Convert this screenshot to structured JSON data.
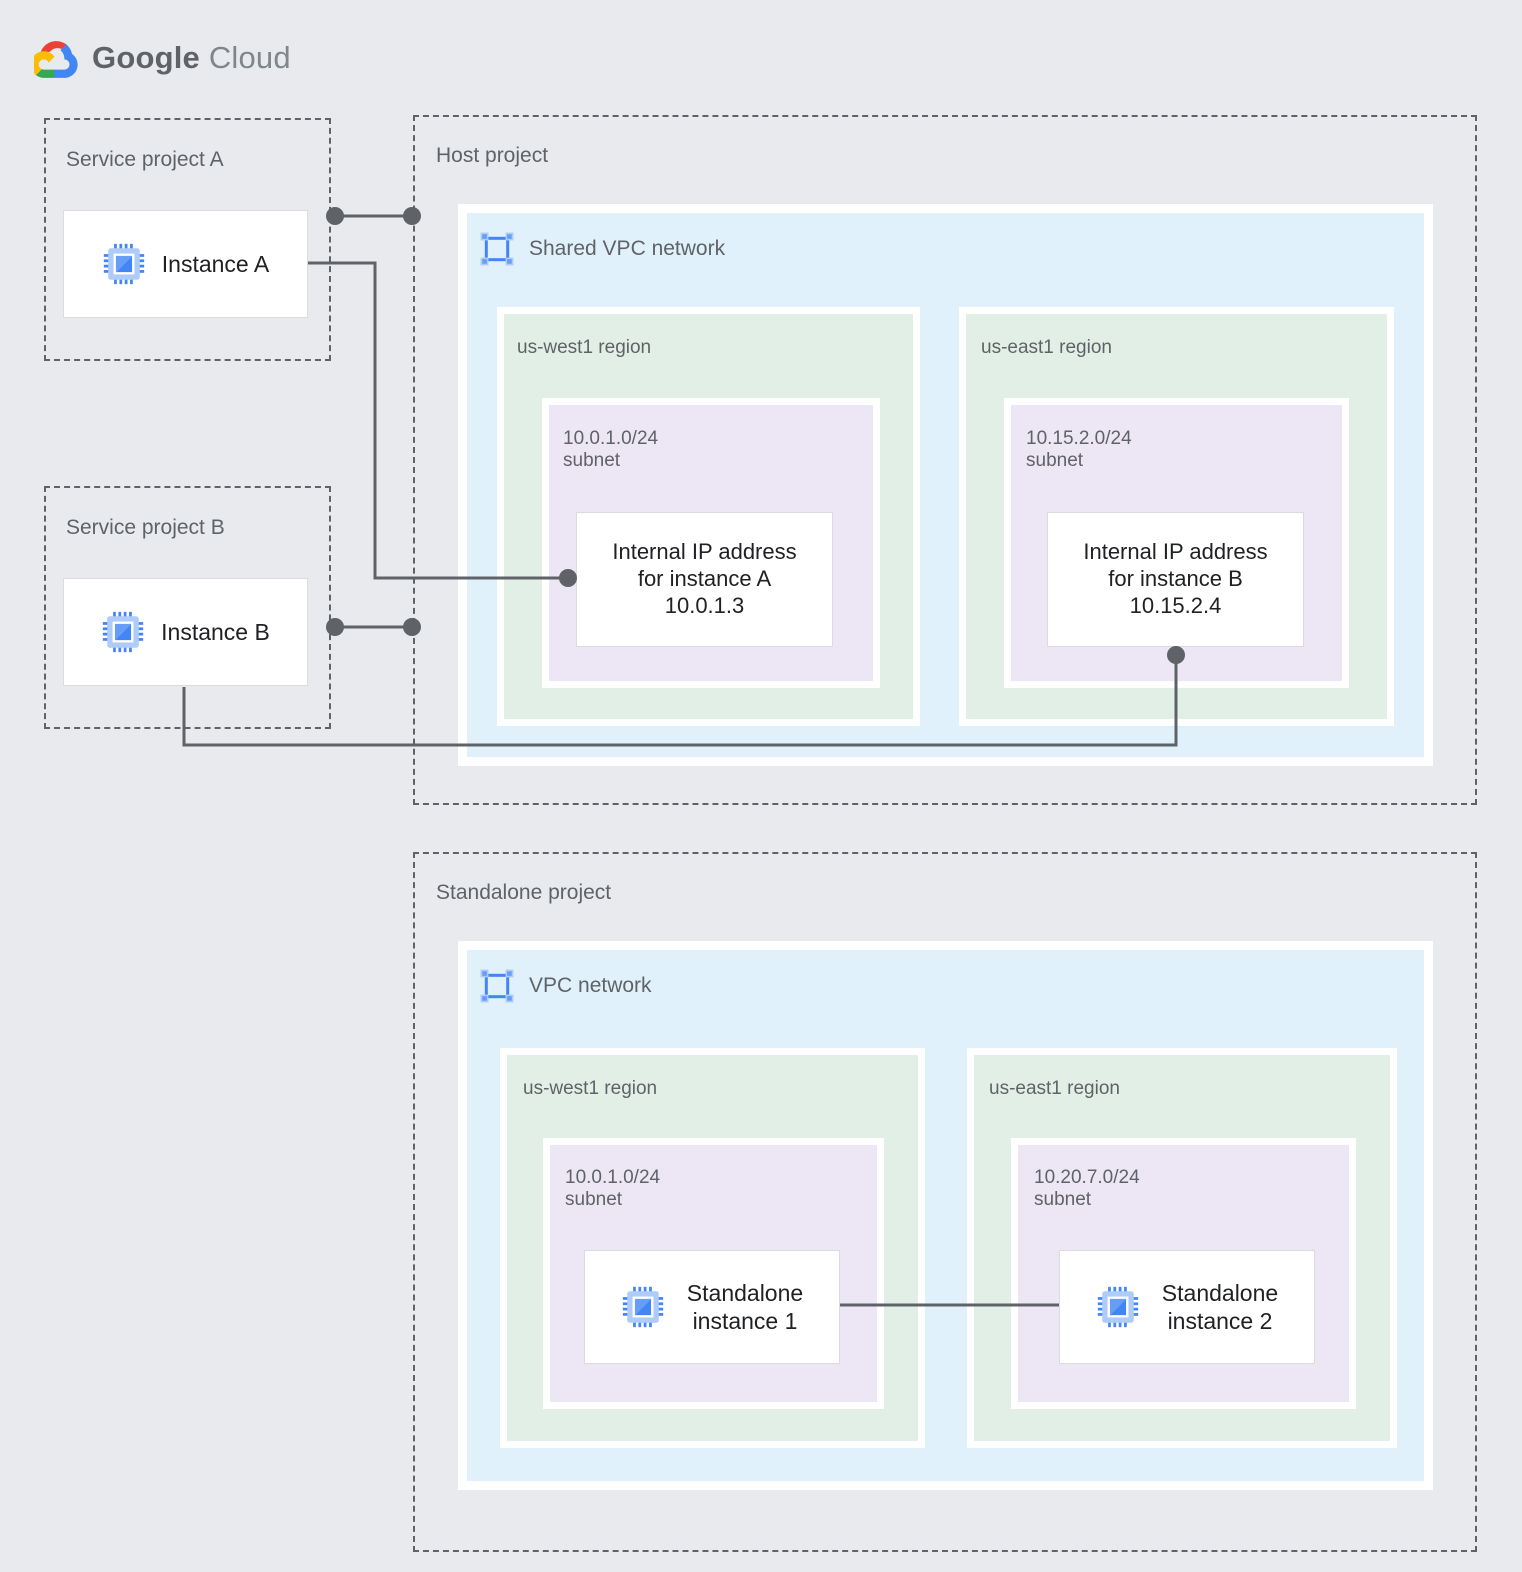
{
  "brand": {
    "name_bold": "Google",
    "name_light": "Cloud",
    "logo_icon": "google-cloud-logo",
    "colors": {
      "background": "#e8eaed",
      "vpc_fill": "#e1f1fc",
      "region_fill": "#e1efe6",
      "subnet_fill": "#ece6f5",
      "card_fill": "#ffffff",
      "border_dashed": "#5f6368",
      "connector": "#5f6368",
      "text_muted": "#5f6368",
      "text_primary": "#202124",
      "icon_blue": "#4285f4",
      "icon_blue_light": "#8ab4f8"
    }
  },
  "projects": {
    "service_a": {
      "label": "Service project A",
      "instance": {
        "label": "Instance A",
        "icon": "compute-instance-icon"
      }
    },
    "service_b": {
      "label": "Service project B",
      "instance": {
        "label": "Instance B",
        "icon": "compute-instance-icon"
      }
    },
    "host": {
      "label": "Host project",
      "network": {
        "label": "Shared VPC network",
        "icon": "vpc-network-icon",
        "regions": [
          {
            "label": "us-west1 region",
            "subnet": {
              "label": "10.0.1.0/24\nsubnet",
              "cidr": "10.0.1.0/24",
              "card": {
                "label": "Internal IP address\nfor instance A\n10.0.1.3",
                "ip": "10.0.1.3",
                "for_instance": "instance A"
              }
            }
          },
          {
            "label": "us-east1 region",
            "subnet": {
              "label": "10.15.2.0/24\nsubnet",
              "cidr": "10.15.2.0/24",
              "card": {
                "label": "Internal IP address\nfor instance B\n10.15.2.4",
                "ip": "10.15.2.4",
                "for_instance": "instance B"
              }
            }
          }
        ]
      }
    },
    "standalone": {
      "label": "Standalone project",
      "network": {
        "label": "VPC network",
        "icon": "vpc-network-icon",
        "regions": [
          {
            "label": "us-west1 region",
            "subnet": {
              "label": "10.0.1.0/24\nsubnet",
              "cidr": "10.0.1.0/24",
              "card": {
                "label": "Standalone\ninstance 1",
                "icon": "compute-instance-icon"
              }
            }
          },
          {
            "label": "us-east1 region",
            "subnet": {
              "label": "10.20.7.0/24\nsubnet",
              "cidr": "10.20.7.0/24",
              "card": {
                "label": "Standalone\ninstance 2",
                "icon": "compute-instance-icon"
              }
            }
          }
        ]
      }
    }
  },
  "connections": [
    {
      "name": "service-a-to-host-project",
      "style": "dot-line-dot"
    },
    {
      "name": "service-b-to-host-project",
      "style": "dot-line-dot"
    },
    {
      "name": "instance-a-to-internal-ip-a",
      "style": "elbow-dot"
    },
    {
      "name": "instance-b-to-internal-ip-b",
      "style": "elbow-dot"
    },
    {
      "name": "standalone-instance-1-to-2",
      "style": "line"
    }
  ]
}
